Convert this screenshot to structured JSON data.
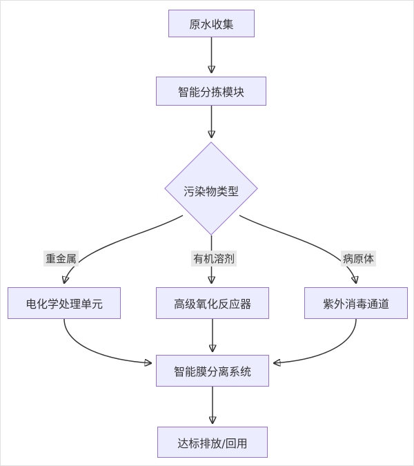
{
  "diagram": {
    "nodes": {
      "raw_water": {
        "label": "原水收集"
      },
      "sorting": {
        "label": "智能分拣模块"
      },
      "decision": {
        "label": "污染物类型"
      },
      "electrochemical": {
        "label": "电化学处理单元"
      },
      "oxidation": {
        "label": "高级氧化反应器"
      },
      "uv": {
        "label": "紫外消毒通道"
      },
      "membrane": {
        "label": "智能膜分离系统"
      },
      "discharge": {
        "label": "达标排放/回用"
      }
    },
    "edges": [
      {
        "from": "原水收集",
        "to": "智能分拣模块",
        "label": ""
      },
      {
        "from": "智能分拣模块",
        "to": "污染物类型",
        "label": ""
      },
      {
        "from": "污染物类型",
        "to": "电化学处理单元",
        "label": "重金属"
      },
      {
        "from": "污染物类型",
        "to": "高级氧化反应器",
        "label": "有机溶剂"
      },
      {
        "from": "污染物类型",
        "to": "紫外消毒通道",
        "label": "病原体"
      },
      {
        "from": "电化学处理单元",
        "to": "智能膜分离系统",
        "label": ""
      },
      {
        "from": "高级氧化反应器",
        "to": "智能膜分离系统",
        "label": ""
      },
      {
        "from": "紫外消毒通道",
        "to": "智能膜分离系统",
        "label": ""
      },
      {
        "from": "智能膜分离系统",
        "to": "达标排放/回用",
        "label": ""
      }
    ],
    "colors": {
      "node_fill": "#ECECFF",
      "node_border": "#9370DB",
      "text": "#333333",
      "arrow": "#333333",
      "edge_label_bg": "#e8e8e8"
    }
  }
}
